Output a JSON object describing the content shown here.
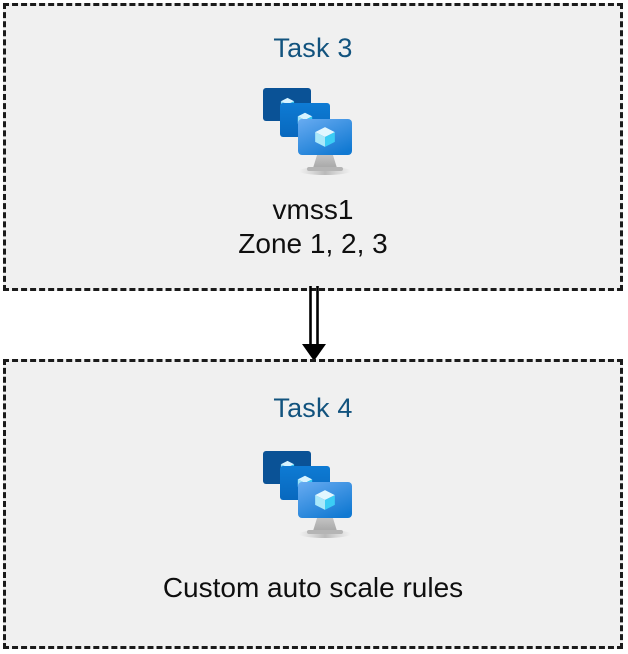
{
  "diagram": {
    "type": "flow",
    "background_color": "#ffffff",
    "box_fill_color": "#f0f0f0",
    "box_border_color": "#1b1b1b",
    "title_color": "#12537e",
    "caption_color": "#0f0f0f",
    "connector_color": "#000000",
    "nodes": [
      {
        "id": "task3",
        "title": "Task 3",
        "icon": "vm-scale-set-icon",
        "caption_lines": [
          "vmss1",
          "Zone 1, 2, 3"
        ]
      },
      {
        "id": "task4",
        "title": "Task 4",
        "icon": "vm-scale-set-icon",
        "caption_lines": [
          "Custom auto scale rules"
        ]
      }
    ],
    "edges": [
      {
        "from": "task3",
        "to": "task4",
        "style": "double-line",
        "arrowhead": "filled-triangle",
        "label": ""
      }
    ],
    "icon_palette": {
      "monitor_back": "#0A5296",
      "monitor_mid_top": "#0E7BD4",
      "monitor_mid_bottom": "#0868BE",
      "monitor_front_top": "#5CA4EE",
      "monitor_front_bottom": "#1380DA",
      "cube_light": "#CFF1FF",
      "cube_mid": "#6FD9F7",
      "cube_dark": "#28C5F2",
      "stand": "#B3B3B3"
    }
  }
}
